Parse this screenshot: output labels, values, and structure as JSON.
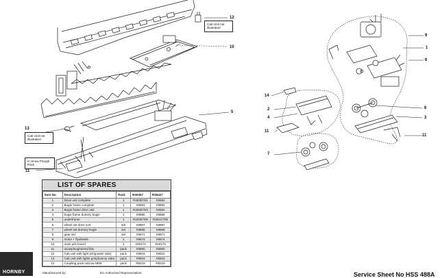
{
  "callouts": {
    "c12": "12",
    "c10": "10",
    "c5": "5",
    "c13": "13",
    "c11a": "11",
    "c14": "14",
    "c2": "2",
    "c4": "4",
    "c11b": "11",
    "c7": "7",
    "c9": "9",
    "c1": "1",
    "c8": "8",
    "c6": "6",
    "c3": "3",
    "c11c": "11"
  },
  "notes": {
    "cab_unit_a": "Cab Unit not illustrated",
    "cab_unit_b": "Cab Unit not illustrated",
    "snow_plough": "In Snow Plough Pack"
  },
  "spares": {
    "title": "LIST OF SPARES",
    "headers": [
      "Item No.",
      "Description",
      "Pack",
      "R30357",
      "R30427"
    ],
    "rows": [
      [
        "1",
        "Drive unit complete",
        "1",
        "R30357/01",
        "X9882"
      ],
      [
        "2",
        "Bogie frame complete",
        "1",
        "X9883",
        "X9883"
      ],
      [
        "3",
        "Bogie frame drive unit",
        "1",
        "R30357/03",
        "X9884"
      ],
      [
        "4",
        "bogie frame dummy bogie",
        "1",
        "X9885",
        "X9885"
      ],
      [
        "5",
        "underframe",
        "1",
        "R30357/05",
        "R30427/05"
      ],
      [
        "6",
        "wheel set drive unit",
        "set",
        "X9887",
        "X9887"
      ],
      [
        "7",
        "wheel set dummy bogie",
        "set",
        "X9888",
        "X9888"
      ],
      [
        "8",
        "gear set",
        "set",
        "X9671",
        "X9671"
      ],
      [
        "9",
        "motor + flywheels",
        "1",
        "X9674",
        "X9674"
      ],
      [
        "10",
        "main pcb board",
        "1",
        "X50172",
        "X50172"
      ],
      [
        "11",
        "snowploughs/end bits",
        "pack",
        "X9890",
        "X9890"
      ],
      [
        "12",
        "Cab unit with light pcb(power side)",
        "pack",
        "X9915",
        "X9915"
      ],
      [
        "13",
        "Cab unit with lights pcb(dummy side)",
        "pack",
        "X9916",
        "X9916"
      ],
      [
        "14",
        "Coupling pack narrow NEM",
        "pack",
        "R8219",
        "R8219"
      ]
    ]
  },
  "footer": {
    "brand": "HORNBY",
    "manufactured_by": "Manufactured by:",
    "eu_rep": "EU Authorised Representative:",
    "sheet_no": "Service Sheet No HSS 488A"
  }
}
